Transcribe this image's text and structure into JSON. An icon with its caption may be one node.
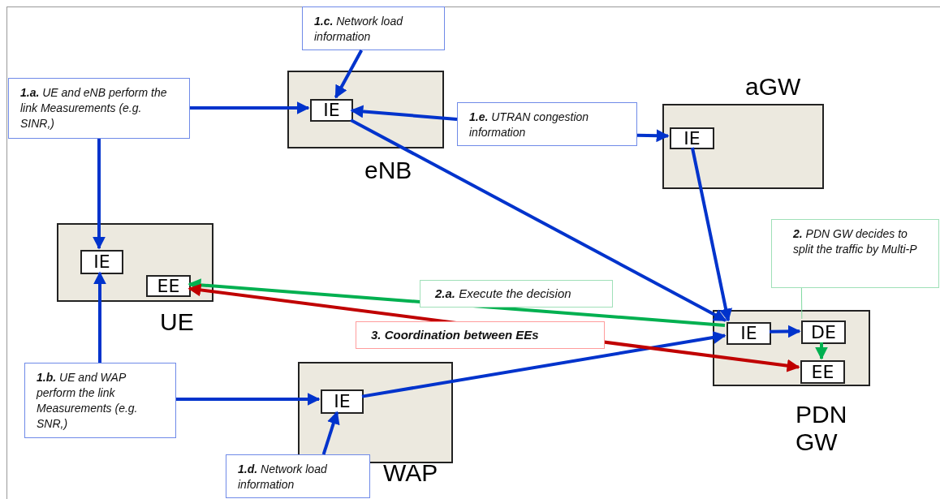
{
  "diagram": {
    "nodes": [
      {
        "text": [
          "eNB"
        ]
      },
      {
        "text": [
          "IE"
        ],
        "in": 0
      },
      {
        "text": [
          "aGW"
        ]
      },
      {
        "text": [
          "IE"
        ],
        "in": 2
      },
      {
        "text": [
          "UE"
        ]
      },
      {
        "text": [
          "IE"
        ],
        "in": 4
      },
      {
        "text": [
          "EE"
        ],
        "in": 4
      },
      {
        "text": [
          "WAP"
        ]
      },
      {
        "text": [
          "IE"
        ],
        "in": 7
      },
      {
        "text": [
          "PDN GW"
        ]
      },
      {
        "text": [
          "IE"
        ],
        "in": 9
      },
      {
        "text": [
          "DE"
        ],
        "in": 9
      },
      {
        "text": [
          "EE"
        ],
        "in": 9
      },
      {
        "text": [
          "**1.a.** UE and eNB perform the link Measurements (e.g. SINR,)"
        ]
      },
      {
        "text": [
          "**1.b.** UE and WAP perform the link Measurements (e.g. SNR,)"
        ]
      },
      {
        "text": [
          "**1.c.** Network load information"
        ]
      },
      {
        "text": [
          "**1.d.** Network load information"
        ]
      },
      {
        "text": [
          "**1.e.** UTRAN congestion information"
        ]
      },
      {
        "text": [
          "**2.** PDN GW decides to split the traffic by Multi-P"
        ]
      }
    ],
    "edges": [
      {
        "from": 13,
        "to": 1,
        "arrow": "to"
      },
      {
        "from": 13,
        "to": 5,
        "arrow": "to"
      },
      {
        "from": 15,
        "to": 1,
        "arrow": "to"
      },
      {
        "from": 17,
        "to": 1,
        "arrow": "to"
      },
      {
        "from": 17,
        "to": 3,
        "arrow": "to"
      },
      {
        "from": 1,
        "to": 10,
        "arrow": "to"
      },
      {
        "from": 3,
        "to": 10,
        "arrow": "to"
      },
      {
        "from": 14,
        "to": 5,
        "arrow": "to"
      },
      {
        "from": 14,
        "to": 8,
        "arrow": "to"
      },
      {
        "from": 16,
        "to": 8,
        "arrow": "to"
      },
      {
        "from": 8,
        "to": 10,
        "arrow": "to"
      },
      {
        "from": 10,
        "to": 11,
        "arrow": "to"
      },
      {
        "from": 11,
        "to": 12,
        "arrow": "to",
        "color": "#00b050"
      },
      {
        "from": 10,
        "to": 6,
        "arrow": "to",
        "color": "#00b050",
        "label": "**2.a.** Execute the decision"
      },
      {
        "from": 6,
        "to": 12,
        "arrow": "both",
        "color": "#c00000",
        "label": "3. Coordination between EEs"
      },
      {
        "from": 18,
        "to": 11,
        "arrow": "none",
        "color": "#7fd9a0"
      }
    ]
  }
}
